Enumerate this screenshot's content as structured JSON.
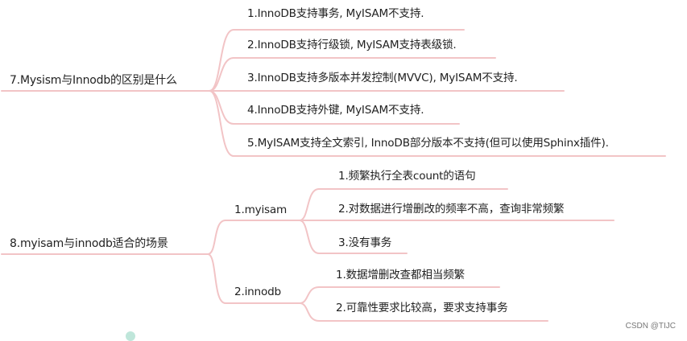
{
  "topic7": {
    "title": "7.Mysism与Innodb的区别是什么",
    "items": [
      "1.InnoDB支持事务, MyISAM不支持.",
      "2.InnoDB支持行级锁, MyISAM支持表级锁.",
      "3.InnoDB支持多版本并发控制(MVVC), MyISAM不支持.",
      "4.InnoDB支持外键, MyISAM不支持.",
      "5.MyISAM支持全文索引, InnoDB部分版本不支持(但可以使用Sphinx插件)."
    ]
  },
  "topic8": {
    "title": "8.myisam与innodb适合的场景",
    "branches": [
      {
        "label": "1.myisam",
        "items": [
          "1.频繁执行全表count的语句",
          "2.对数据进行增删改的频率不高，查询非常频繁",
          "3.没有事务"
        ]
      },
      {
        "label": "2.innodb",
        "items": [
          "1.数据增删改查都相当频繁",
          "2.可靠性要求比较高，要求支持事务"
        ]
      }
    ]
  },
  "watermark": "CSDN @TIJC",
  "colors": {
    "connector": "#f2c4c6",
    "text": "#222222",
    "background": "#ffffff"
  }
}
